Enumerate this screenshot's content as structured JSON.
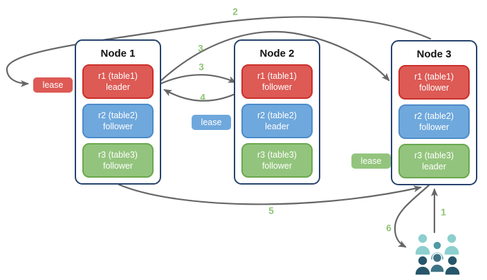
{
  "nodes": [
    {
      "title": "Node 1",
      "replicas": [
        {
          "name": "r1 (table1)",
          "role": "leader",
          "color": "red"
        },
        {
          "name": "r2 (table2)",
          "role": "follower",
          "color": "blue"
        },
        {
          "name": "r3 (table3)",
          "role": "follower",
          "color": "green"
        }
      ]
    },
    {
      "title": "Node 2",
      "replicas": [
        {
          "name": "r1 (table1)",
          "role": "follower",
          "color": "red"
        },
        {
          "name": "r2 (table2)",
          "role": "leader",
          "color": "blue"
        },
        {
          "name": "r3 (table3)",
          "role": "follower",
          "color": "green"
        }
      ]
    },
    {
      "title": "Node 3",
      "replicas": [
        {
          "name": "r1 (table1)",
          "role": "follower",
          "color": "red"
        },
        {
          "name": "r2 (table2)",
          "role": "follower",
          "color": "blue"
        },
        {
          "name": "r3 (table3)",
          "role": "leader",
          "color": "green"
        }
      ]
    }
  ],
  "leases": [
    {
      "label": "lease",
      "color": "#dd5a55",
      "attached_to": "Node 1 r1 leader"
    },
    {
      "label": "lease",
      "color": "#6fa8dc",
      "attached_to": "Node 2 r2 leader"
    },
    {
      "label": "lease",
      "color": "#93c47d",
      "attached_to": "Node 3 r3 leader"
    }
  ],
  "arrows": [
    {
      "label": "1",
      "from": "clients",
      "to": "Node 3"
    },
    {
      "label": "2",
      "from": "Node 3",
      "to": "lease at Node 1 r1"
    },
    {
      "label": "3",
      "from": "Node 1 r1 leader",
      "to": "Node 3 r1 follower"
    },
    {
      "label": "3",
      "from": "Node 1 r1 leader",
      "to": "Node 2 r1 follower"
    },
    {
      "label": "4",
      "from": "Node 2 r1 follower",
      "to": "Node 1 r1 leader"
    },
    {
      "label": "5",
      "from": "Node 1",
      "to": "Node 3"
    },
    {
      "label": "6",
      "from": "Node 3",
      "to": "clients"
    }
  ],
  "colors": {
    "red_fill": "#dd5a55",
    "red_border": "#cb2f29",
    "blue_fill": "#6fa8dc",
    "blue_border": "#4d8bc9",
    "green_fill": "#93c47d",
    "green_border": "#6aa84f",
    "node_border": "#26426b",
    "arrow": "#666666",
    "number_label": "#8cc474",
    "clients_light": "#8ccfce",
    "clients_mid": "#4f9aa3",
    "clients_dark": "#27566a"
  }
}
